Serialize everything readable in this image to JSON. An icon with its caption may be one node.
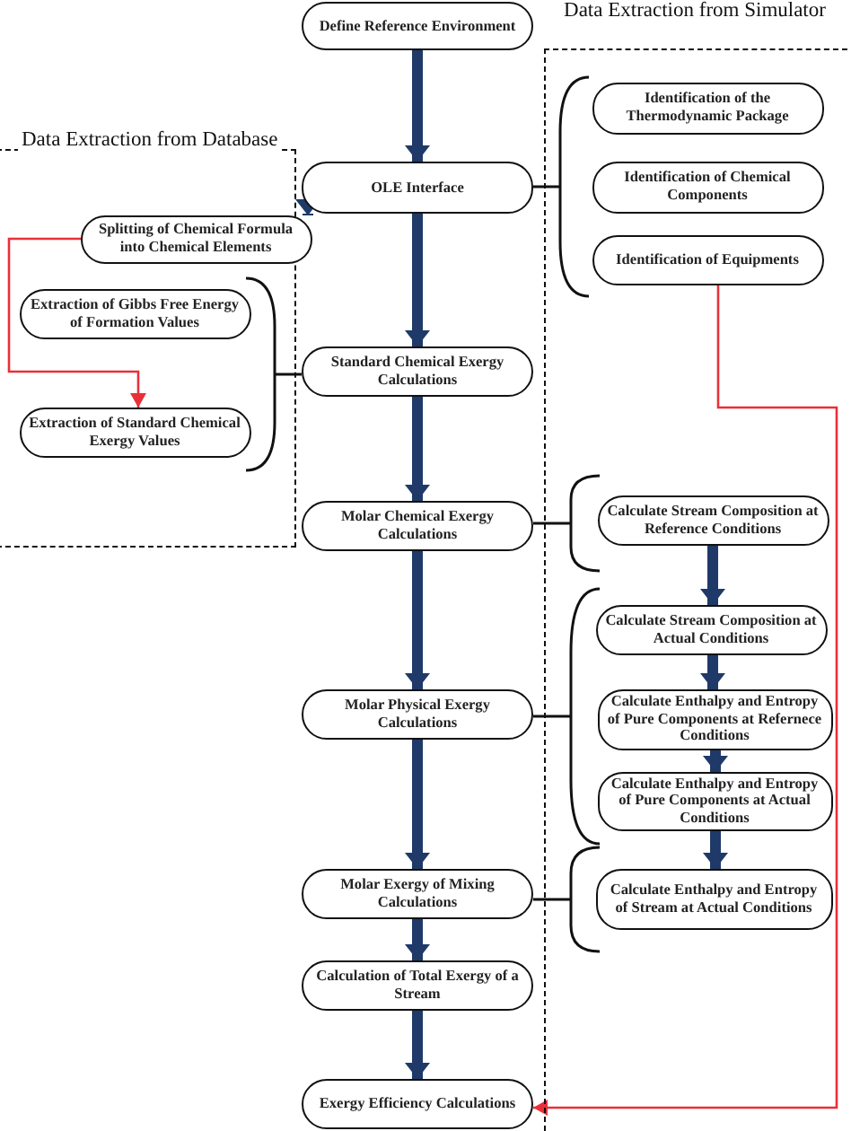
{
  "diagram": {
    "nodes": [
      {
        "text": [
          "Define Reference Environment"
        ]
      },
      {
        "text": [
          "Data Extraction from Simulator"
        ]
      },
      {
        "text": [
          "Identification of the Thermodynamic Package"
        ],
        "in": 1
      },
      {
        "text": [
          "Identification of Chemical Components"
        ],
        "in": 1
      },
      {
        "text": [
          "Identification of Equipments"
        ],
        "in": 1
      },
      {
        "text": [
          "Data Extraction from Database"
        ]
      },
      {
        "text": [
          "OLE Interface"
        ]
      },
      {
        "text": [
          "Splitting of Chemical Formula into Chemical Elements"
        ],
        "in": 5
      },
      {
        "text": [
          "Extraction of Gibbs Free Energy of Formation Values"
        ],
        "in": 5
      },
      {
        "text": [
          "Extraction of Standard Chemical Exergy Values"
        ],
        "in": 5
      },
      {
        "text": [
          "Standard Chemical Exergy Calculations"
        ]
      },
      {
        "text": [
          "Molar Chemical Exergy Calculations"
        ]
      },
      {
        "text": [
          "Calculate Stream Composition at Reference Conditions"
        ],
        "in": 1
      },
      {
        "text": [
          "Calculate Stream Composition at Actual Conditions"
        ],
        "in": 1
      },
      {
        "text": [
          "Calculate Enthalpy and Entropy of Pure Components at Refernece Conditions"
        ],
        "in": 1
      },
      {
        "text": [
          "Calculate Enthalpy and Entropy of Pure Components at Actual Conditions"
        ],
        "in": 1
      },
      {
        "text": [
          "Molar Physical Exergy Calculations"
        ]
      },
      {
        "text": [
          "Molar Exergy of Mixing Calculations"
        ]
      },
      {
        "text": [
          "Calculate Enthalpy and Entropy of Stream at Actual Conditions"
        ],
        "in": 1
      },
      {
        "text": [
          "Calculation of Total Exergy of a Stream"
        ]
      },
      {
        "text": [
          "Exergy Efficiency Calculations"
        ]
      }
    ],
    "edges": [
      {
        "from": 0,
        "to": 6,
        "arrow": "to"
      },
      {
        "from": 6,
        "to": 7,
        "arrow": "to"
      },
      {
        "from": 6,
        "to": 10,
        "arrow": "to"
      },
      {
        "from": 10,
        "to": 11,
        "arrow": "to"
      },
      {
        "from": 11,
        "to": 16,
        "arrow": "to"
      },
      {
        "from": 16,
        "to": 17,
        "arrow": "to"
      },
      {
        "from": 17,
        "to": 19,
        "arrow": "to"
      },
      {
        "from": 19,
        "to": 20,
        "arrow": "to"
      },
      {
        "from": 12,
        "to": 13,
        "arrow": "to"
      },
      {
        "from": 13,
        "to": 14,
        "arrow": "to"
      },
      {
        "from": 14,
        "to": 15,
        "arrow": "to"
      },
      {
        "from": 15,
        "to": 18,
        "arrow": "to"
      },
      {
        "from": 7,
        "to": 9,
        "arrow": "to",
        "color": "#e8303a"
      },
      {
        "from": 4,
        "to": 20,
        "arrow": "to",
        "color": "#e8303a"
      }
    ]
  }
}
